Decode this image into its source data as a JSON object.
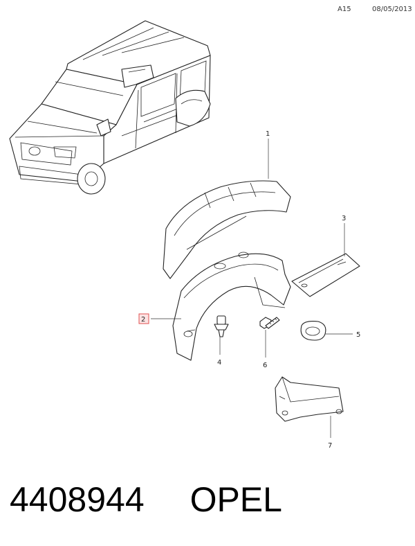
{
  "header": {
    "code": "A15",
    "date": "08/05/2013"
  },
  "callouts": [
    {
      "id": "c1",
      "label": "1",
      "highlighted": false
    },
    {
      "id": "c2",
      "label": "2",
      "highlighted": true
    },
    {
      "id": "c3",
      "label": "3",
      "highlighted": false
    },
    {
      "id": "c4",
      "label": "4",
      "highlighted": false
    },
    {
      "id": "c5",
      "label": "5",
      "highlighted": false
    },
    {
      "id": "c6",
      "label": "6",
      "highlighted": false
    },
    {
      "id": "c7",
      "label": "7",
      "highlighted": false
    }
  ],
  "footer": {
    "part_number": "4408944",
    "brand": "OPEL"
  },
  "colors": {
    "highlight": "#e05050",
    "highlight_fill": "#fde3e3",
    "line": "#222222"
  }
}
